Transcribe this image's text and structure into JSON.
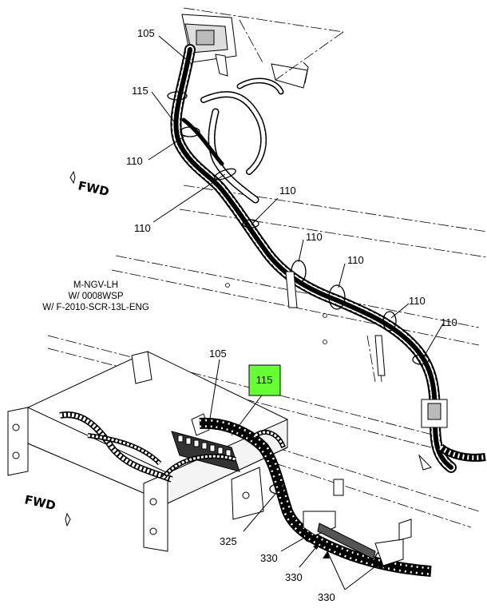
{
  "fwd_top": "FWD",
  "fwd_bottom": "FWD",
  "note_lines": [
    "M-NGV-LH",
    "W/ 0008WSP",
    "W/ F-2010-SCR-13L-ENG"
  ],
  "highlight": {
    "label": "115",
    "color": "#66ff33"
  },
  "callouts": {
    "c105_top": "105",
    "c115_top": "115",
    "c110_a": "110",
    "c110_b": "110",
    "c110_c": "110",
    "c110_d": "110",
    "c110_e": "110",
    "c110_f": "110",
    "c110_g": "110",
    "c105_bottom": "105",
    "c325": "325",
    "c330_a": "330",
    "c330_b": "330",
    "c330_c": "330"
  }
}
